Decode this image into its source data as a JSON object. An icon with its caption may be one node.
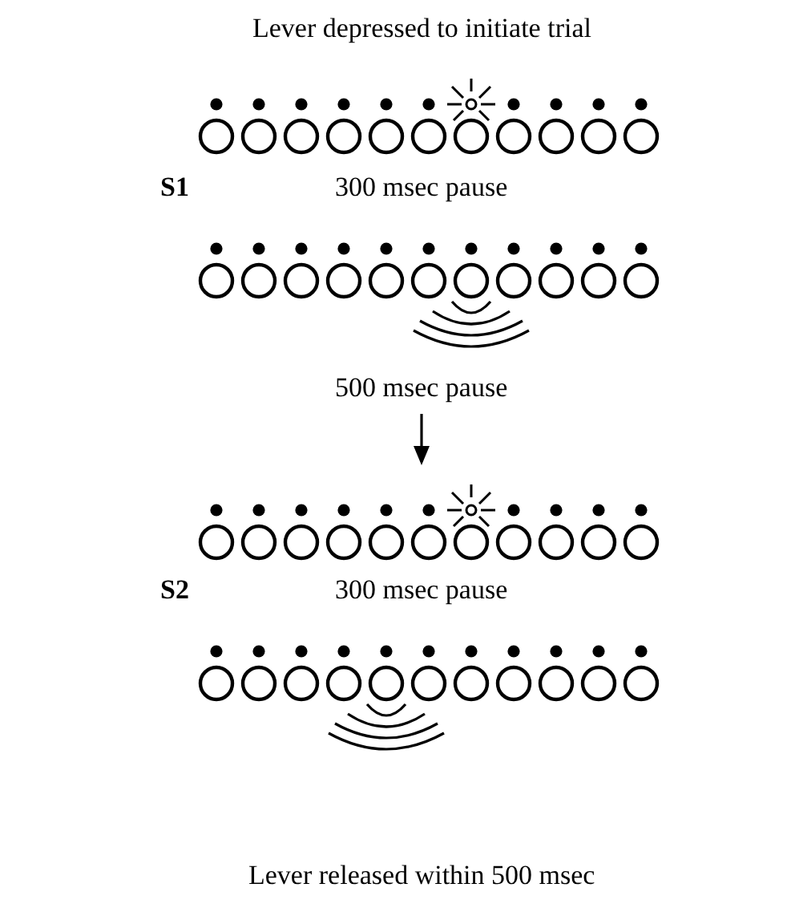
{
  "diagram": {
    "labels": [
      "Lever depressed to initiate trial",
      "S1",
      "300 msec pause",
      "500 msec pause",
      "S2",
      "300 msec pause",
      "Lever released within 500 msec"
    ]
  }
}
